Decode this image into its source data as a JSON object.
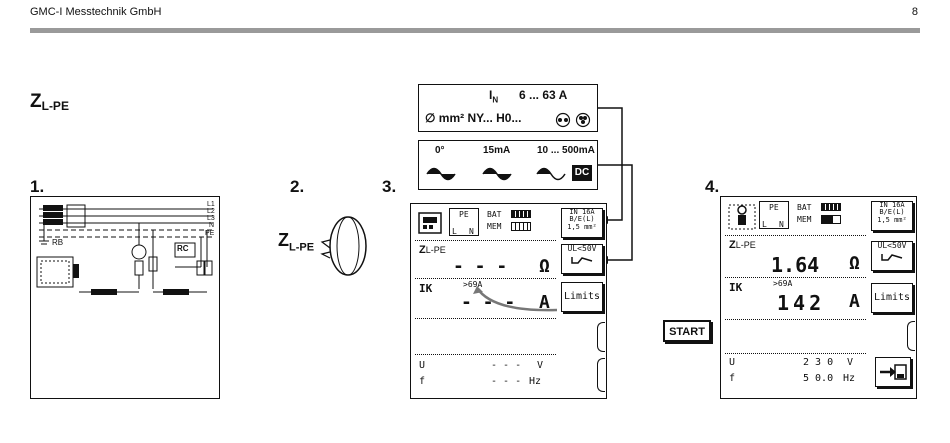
{
  "header": {
    "company": "GMC-I Messtechnik GmbH",
    "page_number": "8"
  },
  "title": {
    "main": "Z",
    "sub": "L-PE"
  },
  "steps": {
    "s1": "1.",
    "s2": "2.",
    "s3": "3.",
    "s4": "4."
  },
  "rotary": {
    "main": "Z",
    "sub": "L-PE"
  },
  "info_box_1": {
    "in_label": "I",
    "in_sub": "N",
    "in_range": "6 ... 63 A",
    "cable": "∅ mm² NY... H0..."
  },
  "info_box_2": {
    "angle": "0°",
    "current_15": "15mA",
    "current_range": "10 ... 500mA",
    "dc": "DC"
  },
  "wiring": {
    "l1": "L1",
    "l2": "L2",
    "l3": "L3",
    "n": "N",
    "pe": "PE",
    "rb": "RB",
    "rcd": "RC"
  },
  "screen3": {
    "pe_label": "PE",
    "l_label": "L",
    "n_label": "N",
    "bat": "BAT",
    "mem": "MEM",
    "in_btn": [
      "IN 16A",
      "B/E(L)",
      "1,5 mm²"
    ],
    "z_label": "Z",
    "z_sub": "L-PE",
    "z_value": "- - -",
    "z_unit": "Ω",
    "ul_btn": "UL<50V",
    "ik_label": "IK",
    "ik_hint": ">69A",
    "ik_value": "- - -",
    "ik_unit": "A",
    "limits_btn": "Limits",
    "u_label": "U",
    "u_value": "- - -",
    "u_unit": "V",
    "f_label": "f",
    "f_value": "- - -",
    "f_unit": "Hz"
  },
  "start_button": "START",
  "screen4": {
    "pe_label": "PE",
    "l_label": "L",
    "n_label": "N",
    "bat": "BAT",
    "mem": "MEM",
    "in_btn": [
      "IN 16A",
      "B/E(L)",
      "1,5 mm²"
    ],
    "z_label": "Z",
    "z_sub": "L-PE",
    "z_value": "1.64",
    "z_unit": "Ω",
    "ul_btn": "UL<50V",
    "ik_label": "IK",
    "ik_hint": ">69A",
    "ik_value": "142",
    "ik_unit": "A",
    "limits_btn": "Limits",
    "u_label": "U",
    "u_value": "2 3 0",
    "u_unit": "V",
    "f_label": "f",
    "f_value": "5 0.0",
    "f_unit": "Hz"
  }
}
